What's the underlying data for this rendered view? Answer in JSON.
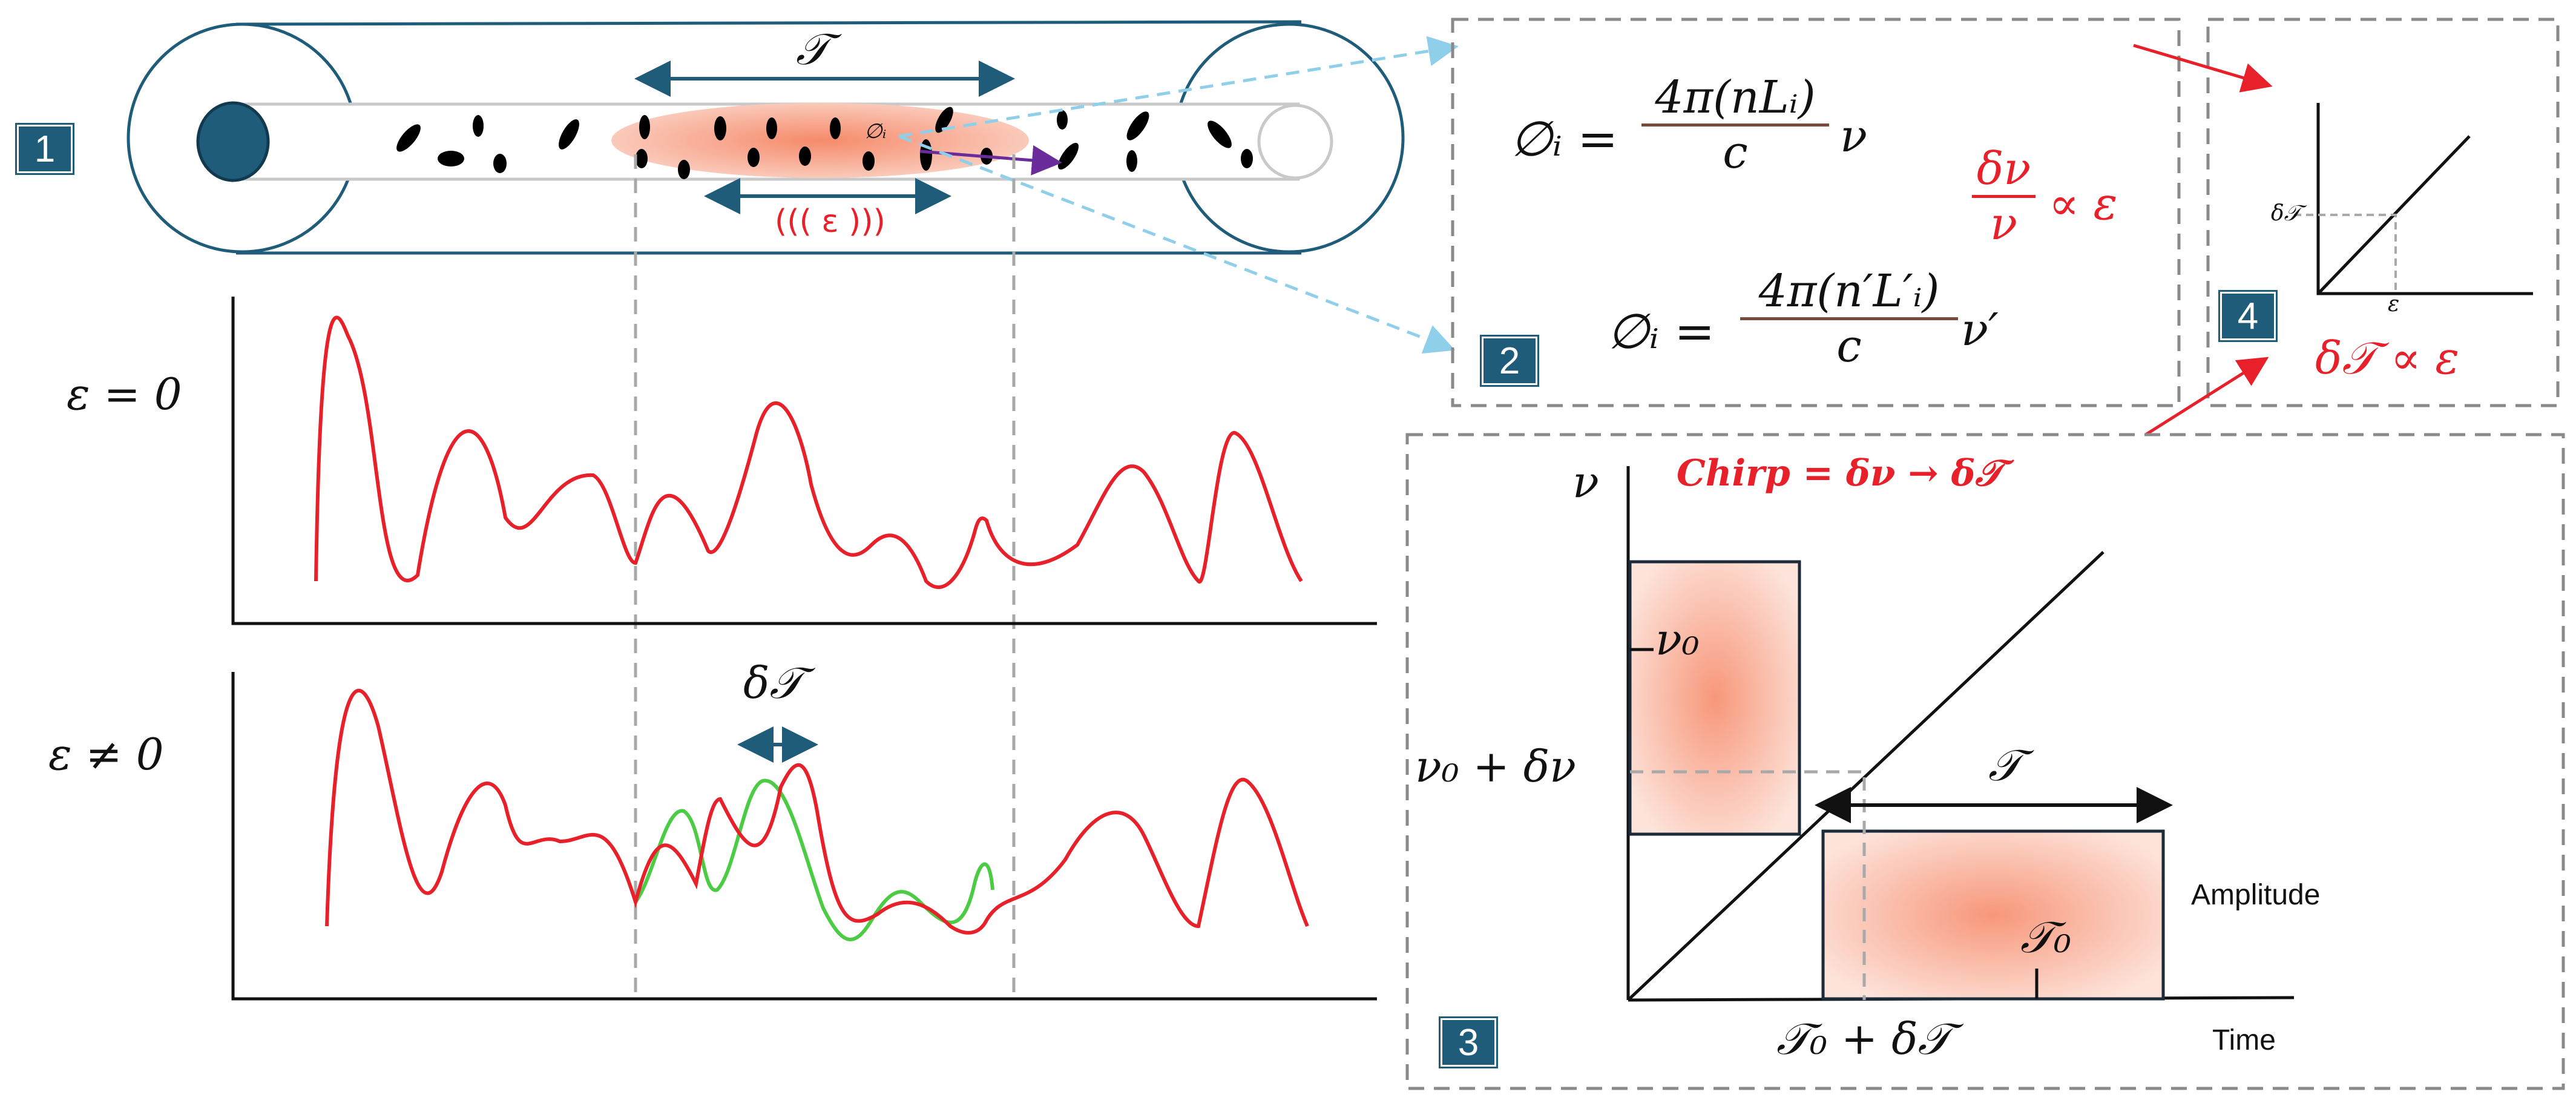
{
  "badges": [
    "1",
    "2",
    "3",
    "4"
  ],
  "fiber": {
    "span_label": "𝒯",
    "strain_label": "((( ε )))",
    "phase_label": "∅ᵢ"
  },
  "traces": {
    "top_label": "ε = 0",
    "bottom_label": "ε ≠ 0",
    "shift_label": "δ𝒯"
  },
  "panel2": {
    "lhs": "∅ᵢ =",
    "num1": "4π(nLᵢ)",
    "den1": "c",
    "tail1": "ν",
    "num2": "4π(n′L′ᵢ)",
    "den2": "c",
    "tail2": "ν′",
    "ratio_num": "δν",
    "ratio_den": "ν",
    "ratio_tail": "∝ ε"
  },
  "panel3": {
    "title": "Chirp = δν → δ𝒯",
    "axis_v": "ν",
    "nu0": "ν₀",
    "nu0_dnu": "ν₀ + δν",
    "pulse_len": "𝒯",
    "amplitude": "Amplitude",
    "t0": "𝒯₀",
    "t0_dt": "𝒯₀ + δ𝒯",
    "time": "Time"
  },
  "panel4": {
    "dT_tick": "δ𝒯",
    "eps_tick": "ε",
    "relation": "δ𝒯 ∝ ε"
  },
  "colors": {
    "accent": "#1f5c7a",
    "signal_red": "#e8202a",
    "shifted_green": "#4ccc44",
    "pulse_fill": "#f7977a",
    "dashed_blue": "#8fcfea"
  }
}
